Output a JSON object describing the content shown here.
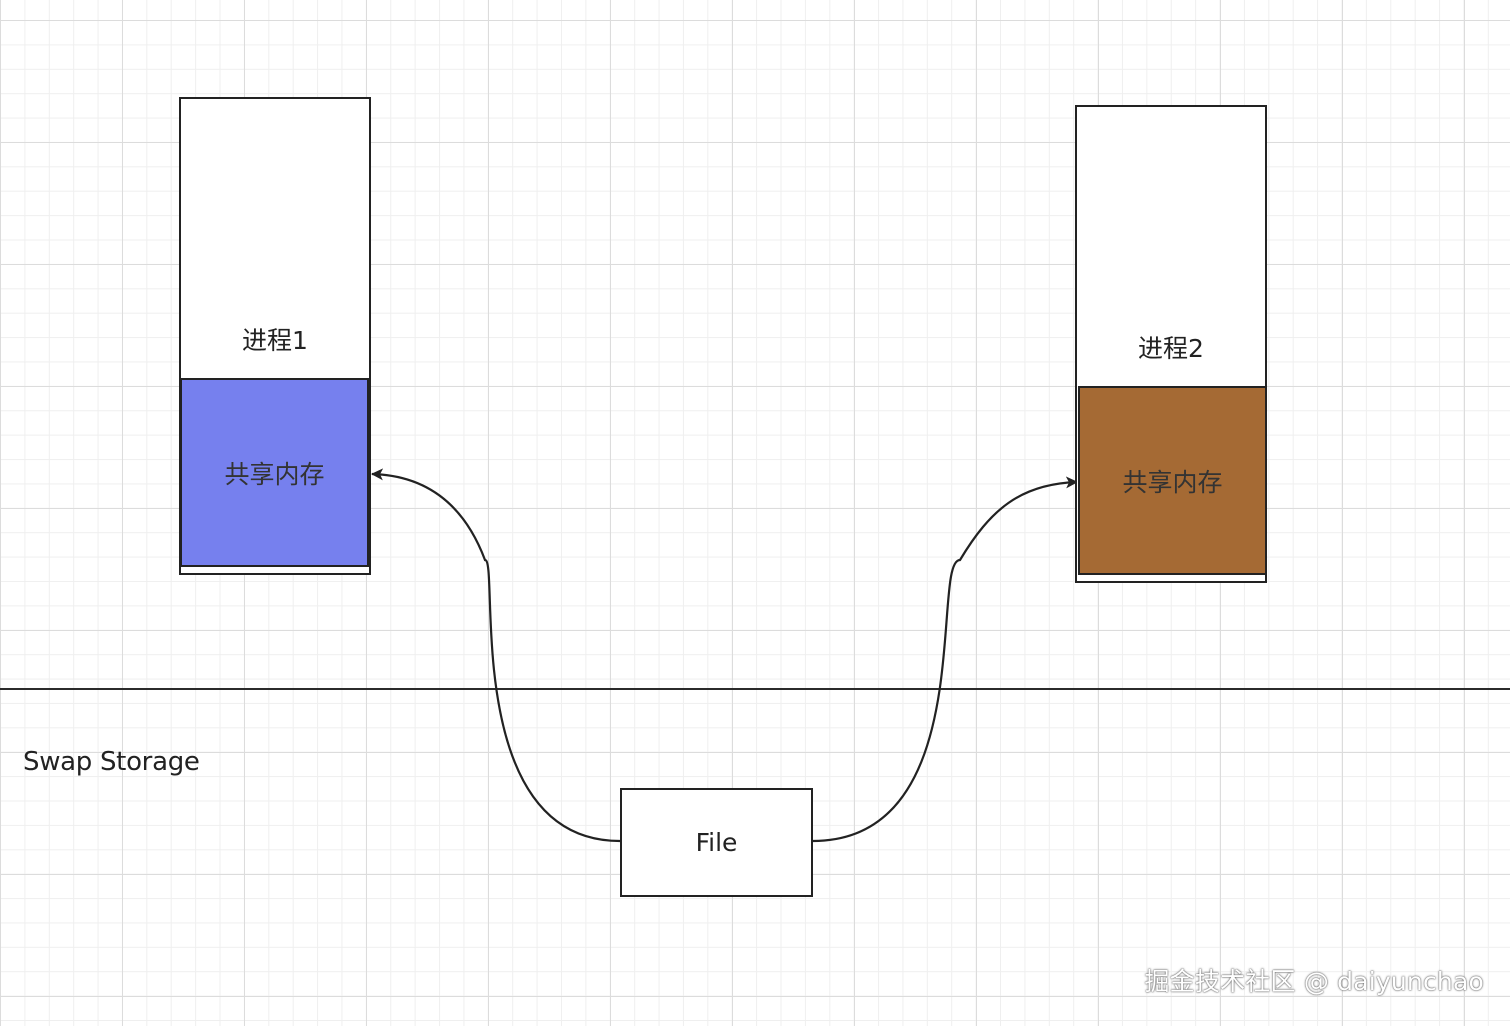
{
  "diagram": {
    "process1": {
      "label": "进程1",
      "shared_memory_label": "共享内存",
      "shared_memory_color": "#7680ee"
    },
    "process2": {
      "label": "进程2",
      "shared_memory_label": "共享内存",
      "shared_memory_color": "#a56a34"
    },
    "swap_storage_label": "Swap Storage",
    "file_label": "File",
    "watermark": "掘金技术社区 @ daiyunchao"
  }
}
